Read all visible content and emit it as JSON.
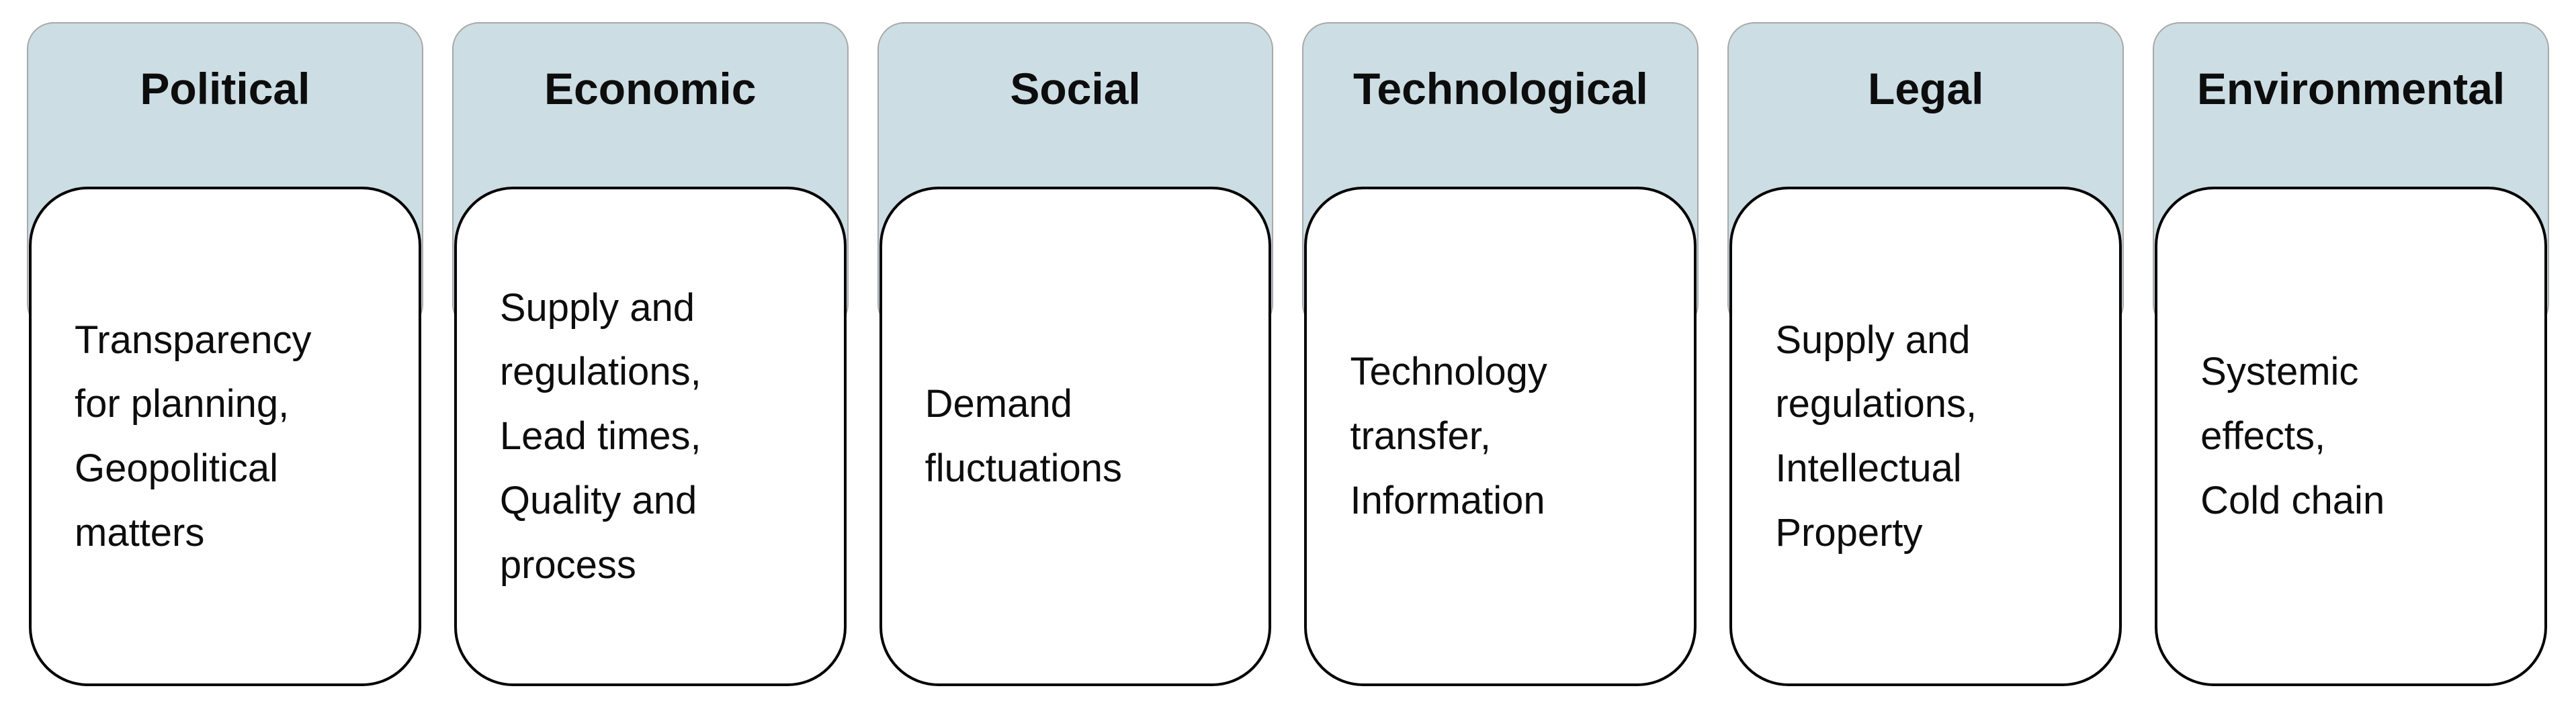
{
  "diagram": {
    "kind": "PESTLE analysis",
    "colors": {
      "header_fill": "#ccdde3",
      "header_outline": "#a8a8a8",
      "body_fill": "#ffffff",
      "body_outline": "#000000",
      "text": "#0d0d0d"
    },
    "cards": [
      {
        "title": "Political",
        "body": "Transparency\nfor planning,\nGeopolitical\nmatters"
      },
      {
        "title": "Economic",
        "body": "Supply and\nregulations,\nLead times,\nQuality and\nprocess"
      },
      {
        "title": "Social",
        "body": "Demand\nfluctuations"
      },
      {
        "title": "Technological",
        "body": "Technology\ntransfer,\nInformation"
      },
      {
        "title": "Legal",
        "body": "Supply and\nregulations,\nIntellectual\nProperty"
      },
      {
        "title": "Environmental",
        "body": "Systemic\neffects,\nCold chain"
      }
    ]
  }
}
